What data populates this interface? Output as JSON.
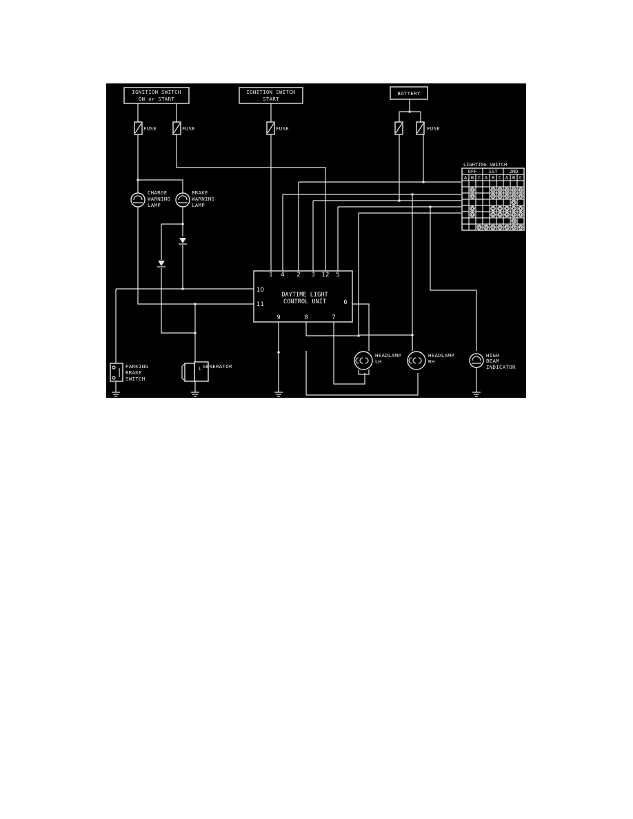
{
  "labels": {
    "ign_on_start_1": "IGNITION SWITCH",
    "ign_on_start_2": "ON or START",
    "ign_start_1": "IGNITION SWITCH",
    "ign_start_2": "START",
    "battery": "BATTERY",
    "fuse": "FUSE",
    "charge_lamp_1": "CHARGE",
    "charge_lamp_2": "WARNING",
    "charge_lamp_3": "LAMP",
    "brake_lamp_1": "BRAKE",
    "brake_lamp_2": "WARNING",
    "brake_lamp_3": "LAMP",
    "control_unit_1": "DAYTIME LIGHT",
    "control_unit_2": "CONTROL UNIT",
    "parking_1": "PARKING",
    "parking_2": "BRAKE",
    "parking_3": "SWITCH",
    "generator": "GENERATOR",
    "generator_terminal": "L",
    "headlamp_lh_1": "HEADLAMP",
    "headlamp_lh_2": "LH",
    "headlamp_rh_1": "HEADLAMP",
    "headlamp_rh_2": "RH",
    "high_beam_1": "HIGH",
    "high_beam_2": "BEAM",
    "high_beam_3": "INDICATOR"
  },
  "pins": {
    "p1": "1",
    "p4": "4",
    "p2": "2",
    "p3": "3",
    "p12": "12",
    "p5": "5",
    "p10": "10",
    "p11": "11",
    "p6": "6",
    "p9": "9",
    "p8": "8",
    "p7": "7"
  },
  "lighting_switch": {
    "title": "LIGHTING SWITCH",
    "positions": [
      "OFF",
      "1ST",
      "2ND"
    ],
    "columns": [
      "A",
      "B",
      "C",
      "A",
      "B",
      "C",
      "A",
      "B",
      "C"
    ],
    "rows": [
      [
        0,
        0,
        0,
        0,
        0,
        0,
        0,
        0,
        0
      ],
      [
        0,
        1,
        0,
        0,
        1,
        1,
        1,
        1,
        1
      ],
      [
        0,
        1,
        0,
        0,
        1,
        1,
        1,
        1,
        1
      ],
      [
        0,
        0,
        0,
        0,
        0,
        0,
        0,
        1,
        0
      ],
      [
        0,
        1,
        0,
        0,
        1,
        1,
        1,
        1,
        1
      ],
      [
        0,
        1,
        0,
        0,
        1,
        1,
        1,
        1,
        1
      ],
      [
        0,
        0,
        0,
        0,
        0,
        0,
        0,
        1,
        0
      ],
      [
        0,
        0,
        1,
        1,
        1,
        1,
        1,
        1,
        1
      ]
    ]
  },
  "colors": {
    "background": "#000000",
    "line": "#e8e8e8",
    "page": "#ffffff"
  }
}
